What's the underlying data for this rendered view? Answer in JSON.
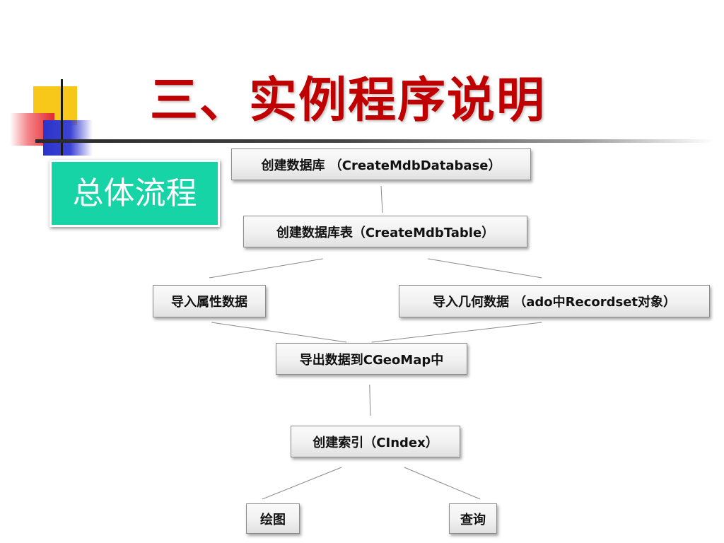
{
  "slide": {
    "title": "三、实例程序说明",
    "badge": "总体流程"
  },
  "nodes": [
    {
      "id": "n1",
      "label": "创建数据库 （CreateMdbDatabase）"
    },
    {
      "id": "n2",
      "label": "创建数据库表（CreateMdbTable）"
    },
    {
      "id": "n3",
      "label": "导入属性数据"
    },
    {
      "id": "n4",
      "label": "导入几何数据 （ado中Recordset对象）"
    },
    {
      "id": "n5",
      "label": "导出数据到CGeoMap中"
    },
    {
      "id": "n6",
      "label": "创建索引（CIndex）"
    },
    {
      "id": "n7",
      "label": "绘图"
    },
    {
      "id": "n8",
      "label": "查询"
    }
  ],
  "edges": [
    {
      "from": "n1",
      "to": "n2"
    },
    {
      "from": "n2",
      "to": "n3"
    },
    {
      "from": "n2",
      "to": "n4"
    },
    {
      "from": "n3",
      "to": "n5"
    },
    {
      "from": "n4",
      "to": "n5"
    },
    {
      "from": "n5",
      "to": "n6"
    },
    {
      "from": "n6",
      "to": "n7"
    },
    {
      "from": "n6",
      "to": "n8"
    }
  ],
  "colors": {
    "title": "#c00000",
    "badge_bg": "#16d4a6",
    "connector": "#8a8a8a"
  }
}
